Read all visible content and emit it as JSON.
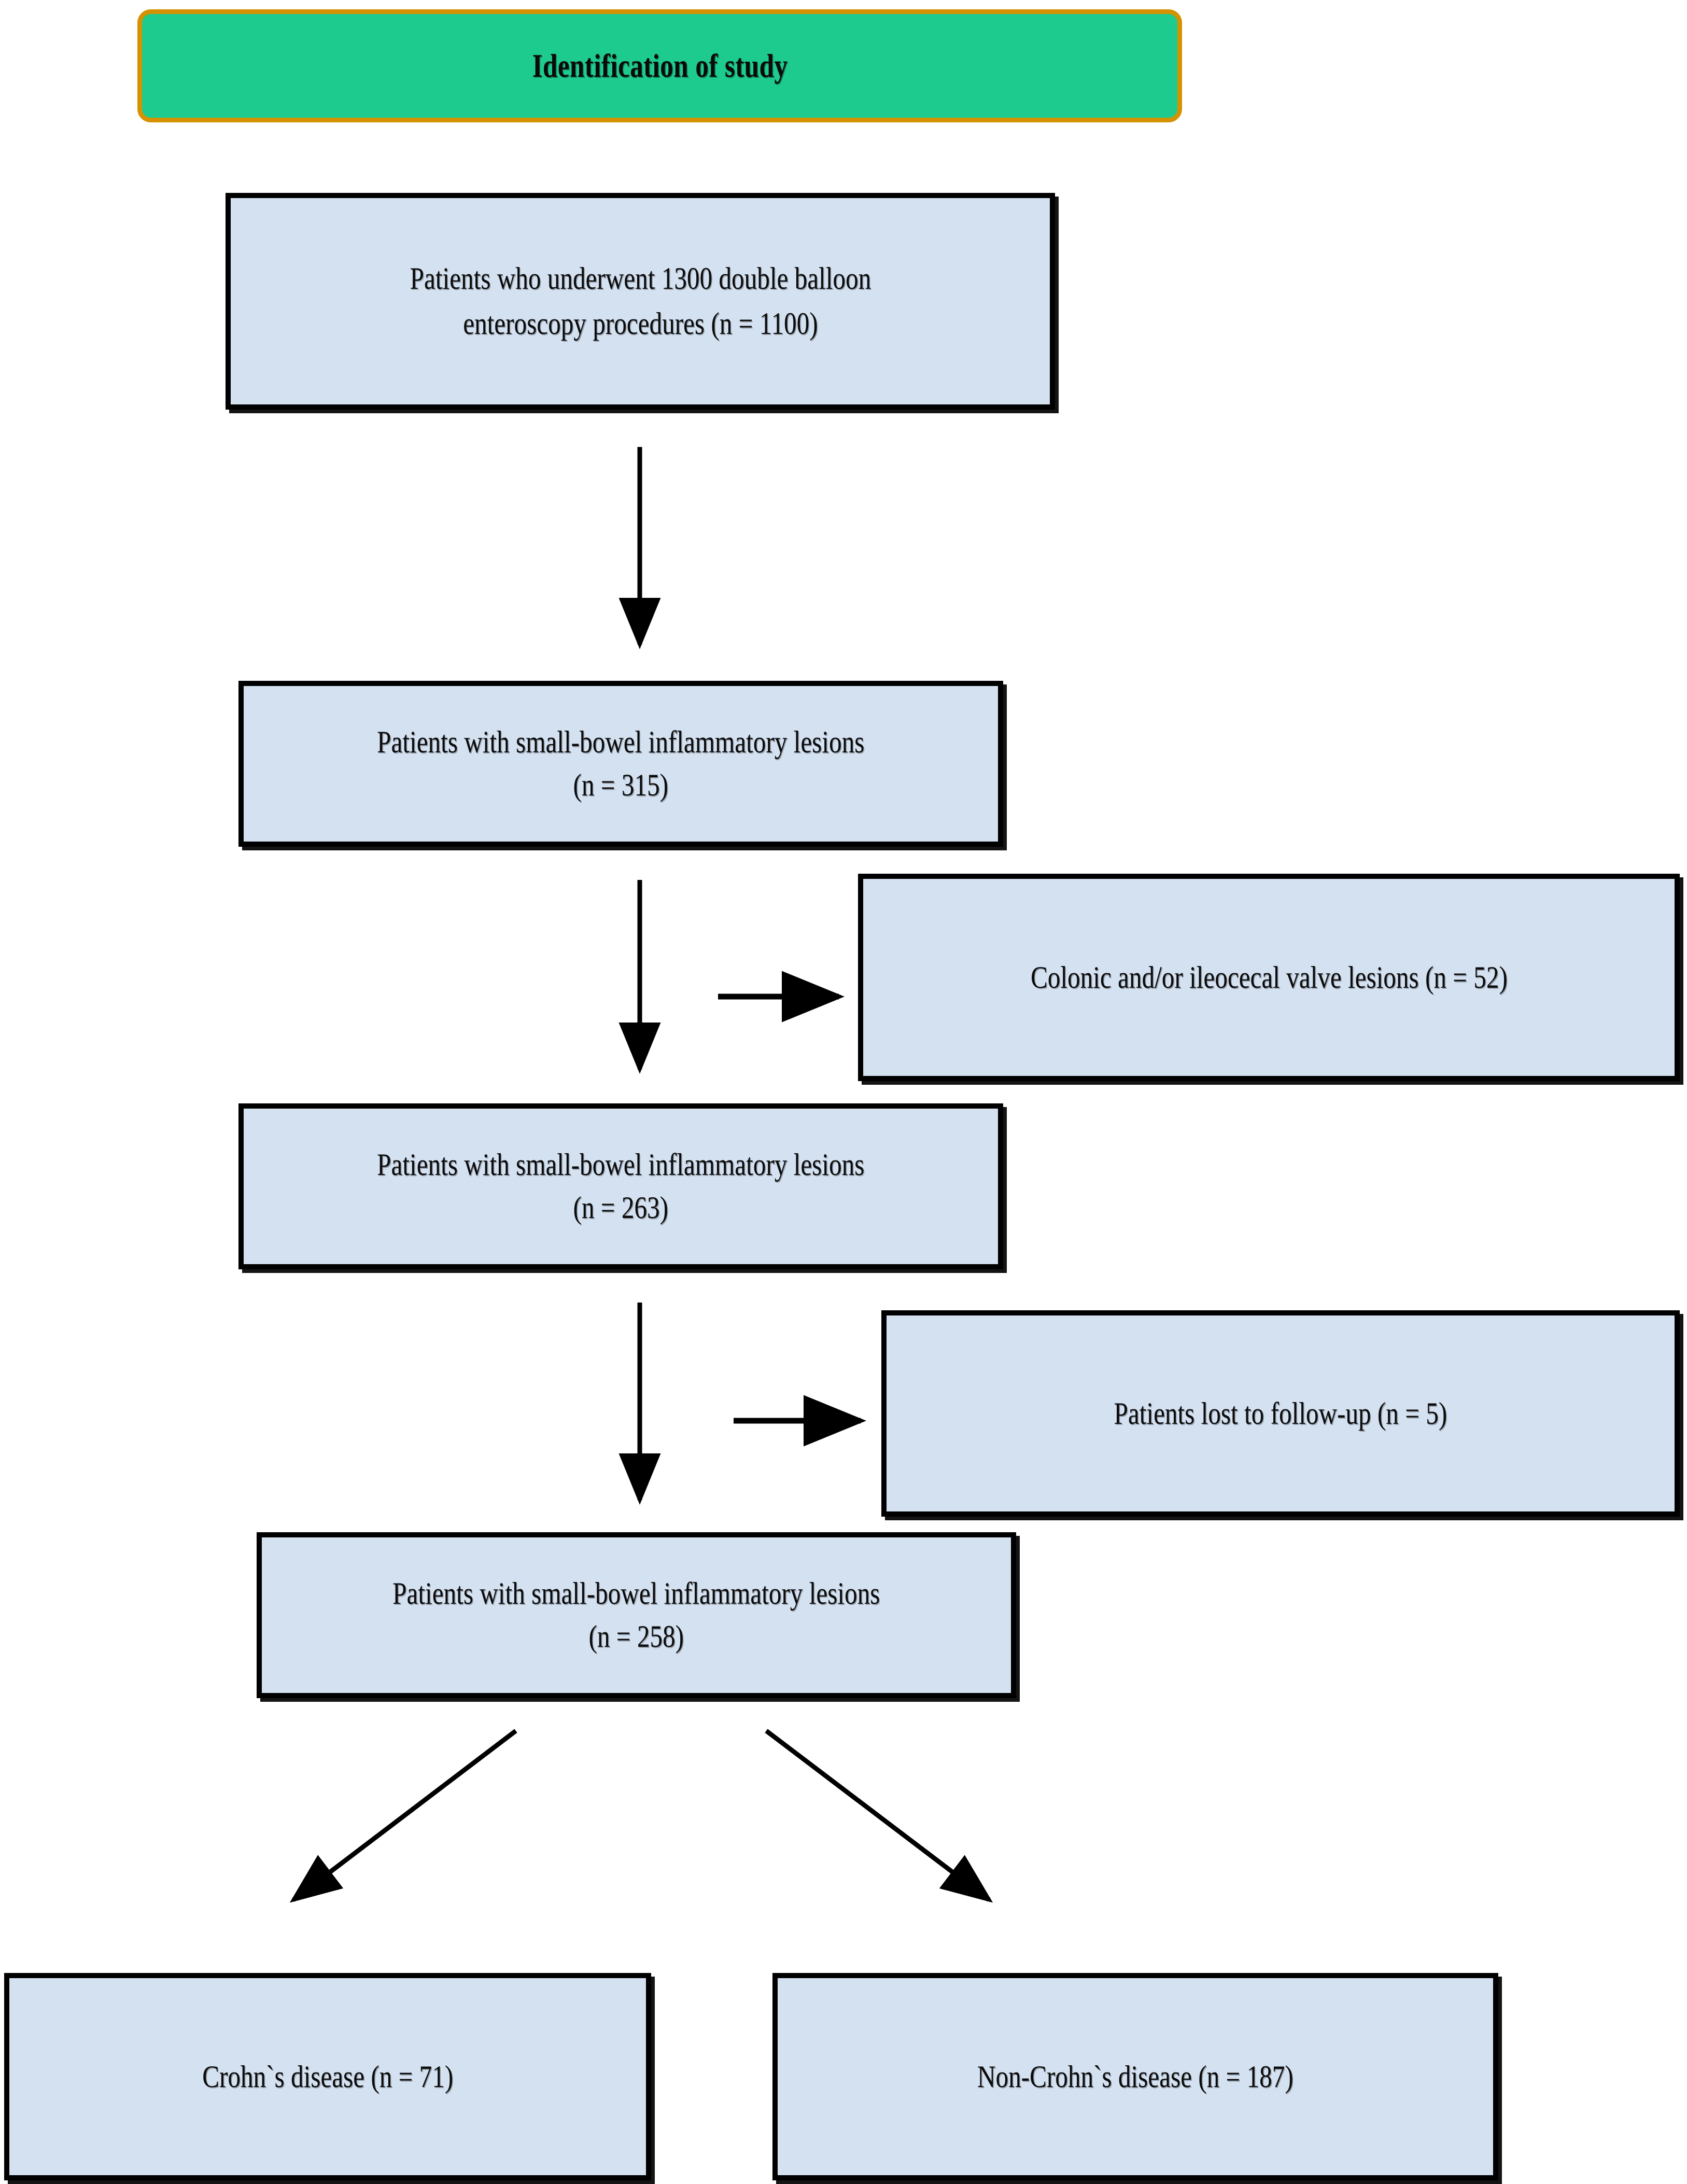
{
  "banner": {
    "title": "Identification of study",
    "fill_color": "#1ecb8f",
    "border_color": "#d59200"
  },
  "theme": {
    "node_fill": "#d4e1f1",
    "node_border": "#000000",
    "page_background": "#ffffff",
    "connector_color": "#000000"
  },
  "flow": {
    "nodes": [
      {
        "id": "enteroscopy",
        "text": "Patients who underwent 1300 double balloon\nenteroscopy procedures (n = 1100)",
        "count": 1100,
        "procedures": 1300
      },
      {
        "id": "lesions-315",
        "text": "Patients with small-bowel inflammatory lesions\n(n = 315)",
        "count": 315
      },
      {
        "id": "colonic-52",
        "text": "Colonic and/or ileocecal valve lesions (n = 52)",
        "count": 52
      },
      {
        "id": "lesions-263",
        "text": "Patients with small-bowel inflammatory lesions\n(n = 263)",
        "count": 263
      },
      {
        "id": "lostfu-5",
        "text": "Patients lost to follow-up (n = 5)",
        "count": 5
      },
      {
        "id": "lesions-258",
        "text": "Patients with small-bowel inflammatory lesions\n(n = 258)",
        "count": 258
      },
      {
        "id": "crohn-71",
        "text": "Crohn`s disease (n = 71)",
        "count": 71
      },
      {
        "id": "noncrohn-187",
        "text": "Non-Crohn`s disease (n = 187)",
        "count": 187
      }
    ],
    "edges": [
      {
        "id": "edge-enteroscopy-to-315",
        "from": "enteroscopy",
        "to": "lesions-315",
        "direction": "down"
      },
      {
        "id": "edge-315-to-263",
        "from": "lesions-315",
        "to": "lesions-263",
        "direction": "down"
      },
      {
        "id": "edge-315-to-colonic",
        "from": "lesions-315",
        "to": "colonic-52",
        "direction": "right"
      },
      {
        "id": "edge-263-to-258",
        "from": "lesions-263",
        "to": "lesions-258",
        "direction": "down"
      },
      {
        "id": "edge-263-to-lostfu",
        "from": "lesions-263",
        "to": "lostfu-5",
        "direction": "right"
      },
      {
        "id": "edge-258-to-crohn",
        "from": "lesions-258",
        "to": "crohn-71",
        "direction": "down-left"
      },
      {
        "id": "edge-258-to-noncrohn",
        "from": "lesions-258",
        "to": "noncrohn-187",
        "direction": "down-right"
      }
    ]
  }
}
